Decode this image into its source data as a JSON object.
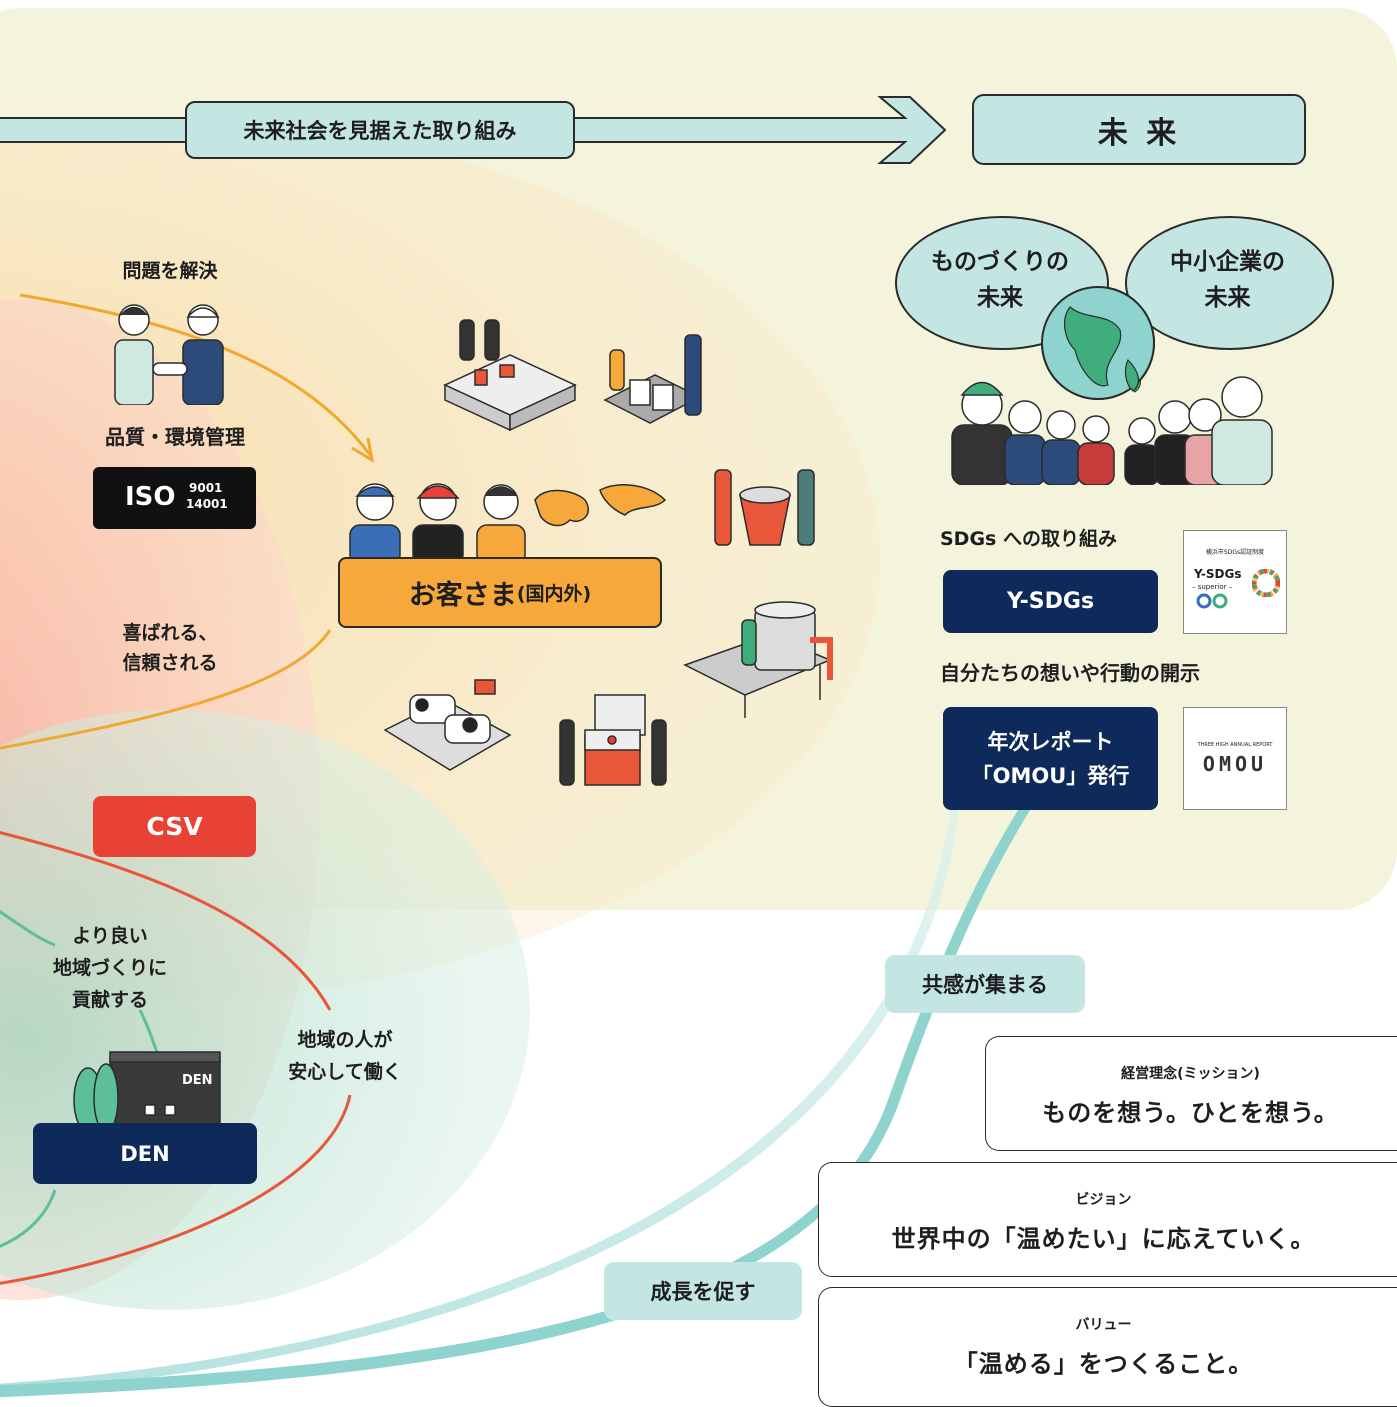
{
  "arrow_top": {
    "label": "未来社会を見据えた取り組み"
  },
  "future_box": {
    "label": "未 来"
  },
  "bubbles": {
    "monozukuri": {
      "line1": "ものづくりの",
      "line2": "未来"
    },
    "sme": {
      "line1": "中小企業の",
      "line2": "未来"
    }
  },
  "labels": {
    "solve": "問題を解決",
    "quality": "品質・環境管理",
    "delighted_1": "喜ばれる、",
    "delighted_2": "信頼される",
    "region_1": "より良い",
    "region_2": "地域づくりに",
    "region_3": "貢献する",
    "people_1": "地域の人が",
    "people_2": "安心して働く",
    "sdgs_heading": "SDGs への取り組み",
    "disclosure_heading": "自分たちの想いや行動の開示",
    "empathy": "共感が集まる",
    "growth": "成長を促す"
  },
  "iso": {
    "prefix": "ISO",
    "num1": "9001",
    "num2": "14001"
  },
  "customer": {
    "main": "お客さま",
    "sub": "(国内外)"
  },
  "csv": {
    "label": "CSV"
  },
  "den": {
    "label": "DEN",
    "sign": "DEN"
  },
  "ysdgs": {
    "label": "Y-SDGs"
  },
  "ysdgs_cert": {
    "top": "横浜市SDGs認証制度",
    "title": "Y-SDGs",
    "sub": "– superior –"
  },
  "report": {
    "line1": "年次レポート",
    "line2": "「OMOU」発行"
  },
  "omou_cover": {
    "small": "THREE HIGH ANNUAL REPORT",
    "title": "OMOU"
  },
  "philosophy": [
    {
      "key": "経営理念(ミッション)",
      "value": "ものを想う。ひとを想う。"
    },
    {
      "key": "ビジョン",
      "value": "世界中の「温めたい」に応えていく。"
    },
    {
      "key": "バリュー",
      "value": "「温める」をつくること。"
    }
  ],
  "colors": {
    "bg_yellow": "#f4f4dc",
    "teal": "#c4e6e3",
    "navy": "#0e2a5a",
    "orange": "#f6a83a",
    "red": "#e84236",
    "curve_orange": "#f0a830",
    "curve_red": "#e8573a",
    "curve_green": "#5cbf9a"
  }
}
